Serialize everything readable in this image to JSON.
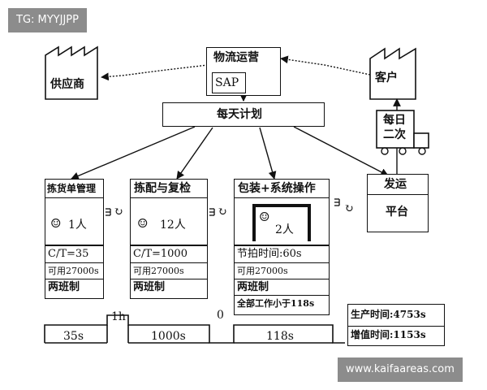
{
  "watermark_top": "TG: MYYJJPP",
  "watermark_bottom": "www.kaifaareas.com",
  "supplier": "供应商",
  "customer": "客户",
  "control": {
    "title": "物流运营",
    "system": "SAP"
  },
  "schedule": "每天计划",
  "delivery": {
    "line1": "每日",
    "line2": "二次"
  },
  "processes": [
    {
      "name": "拣货单管理",
      "operators": "1人",
      "rows": [
        "C/T=35",
        "可用27000s",
        "两班制",
        ""
      ]
    },
    {
      "name": "拣配与复检",
      "operators": "12人",
      "rows": [
        "C/T=1000",
        "可用27000s",
        "两班制",
        ""
      ]
    },
    {
      "name": "包装+系统操作",
      "operators": "2人",
      "rows": [
        "节拍时间:60s",
        "可用27000s",
        "两班制",
        "全部工作小于118s"
      ]
    }
  ],
  "shipping": {
    "name": "发运",
    "dock": "平台"
  },
  "timeline": {
    "process_times": [
      "35s",
      "1000s",
      "118s"
    ],
    "waits": [
      "1h",
      "0"
    ]
  },
  "summary": {
    "lead_time": "生产时间:4753s",
    "value_added": "增值时间:1153s"
  }
}
